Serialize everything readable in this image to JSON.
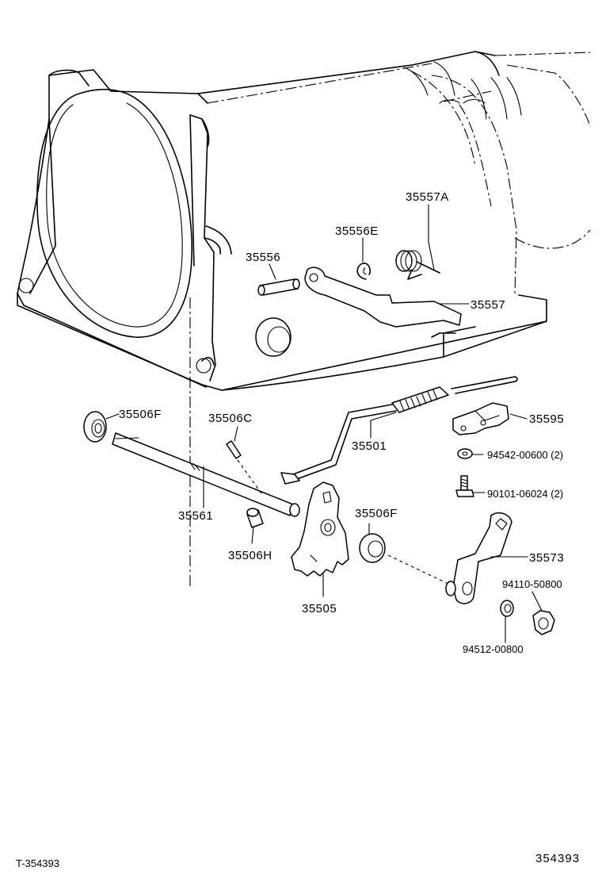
{
  "labels": {
    "p35557A": "35557A",
    "p35556E": "35556E",
    "p35556": "35556",
    "p35557": "35557",
    "p35506F_a": "35506F",
    "p35506C": "35506C",
    "p35501": "35501",
    "p35595": "35595",
    "p94542": "94542-00600 (2)",
    "p90101": "90101-06024 (2)",
    "p35561": "35561",
    "p35506F_b": "35506F",
    "p35506H": "35506H",
    "p35573": "35573",
    "p94110": "94110-50800",
    "p35505": "35505",
    "p94512": "94512-00800"
  },
  "footer": {
    "left_code": "T-354393",
    "right_code": "354393"
  }
}
